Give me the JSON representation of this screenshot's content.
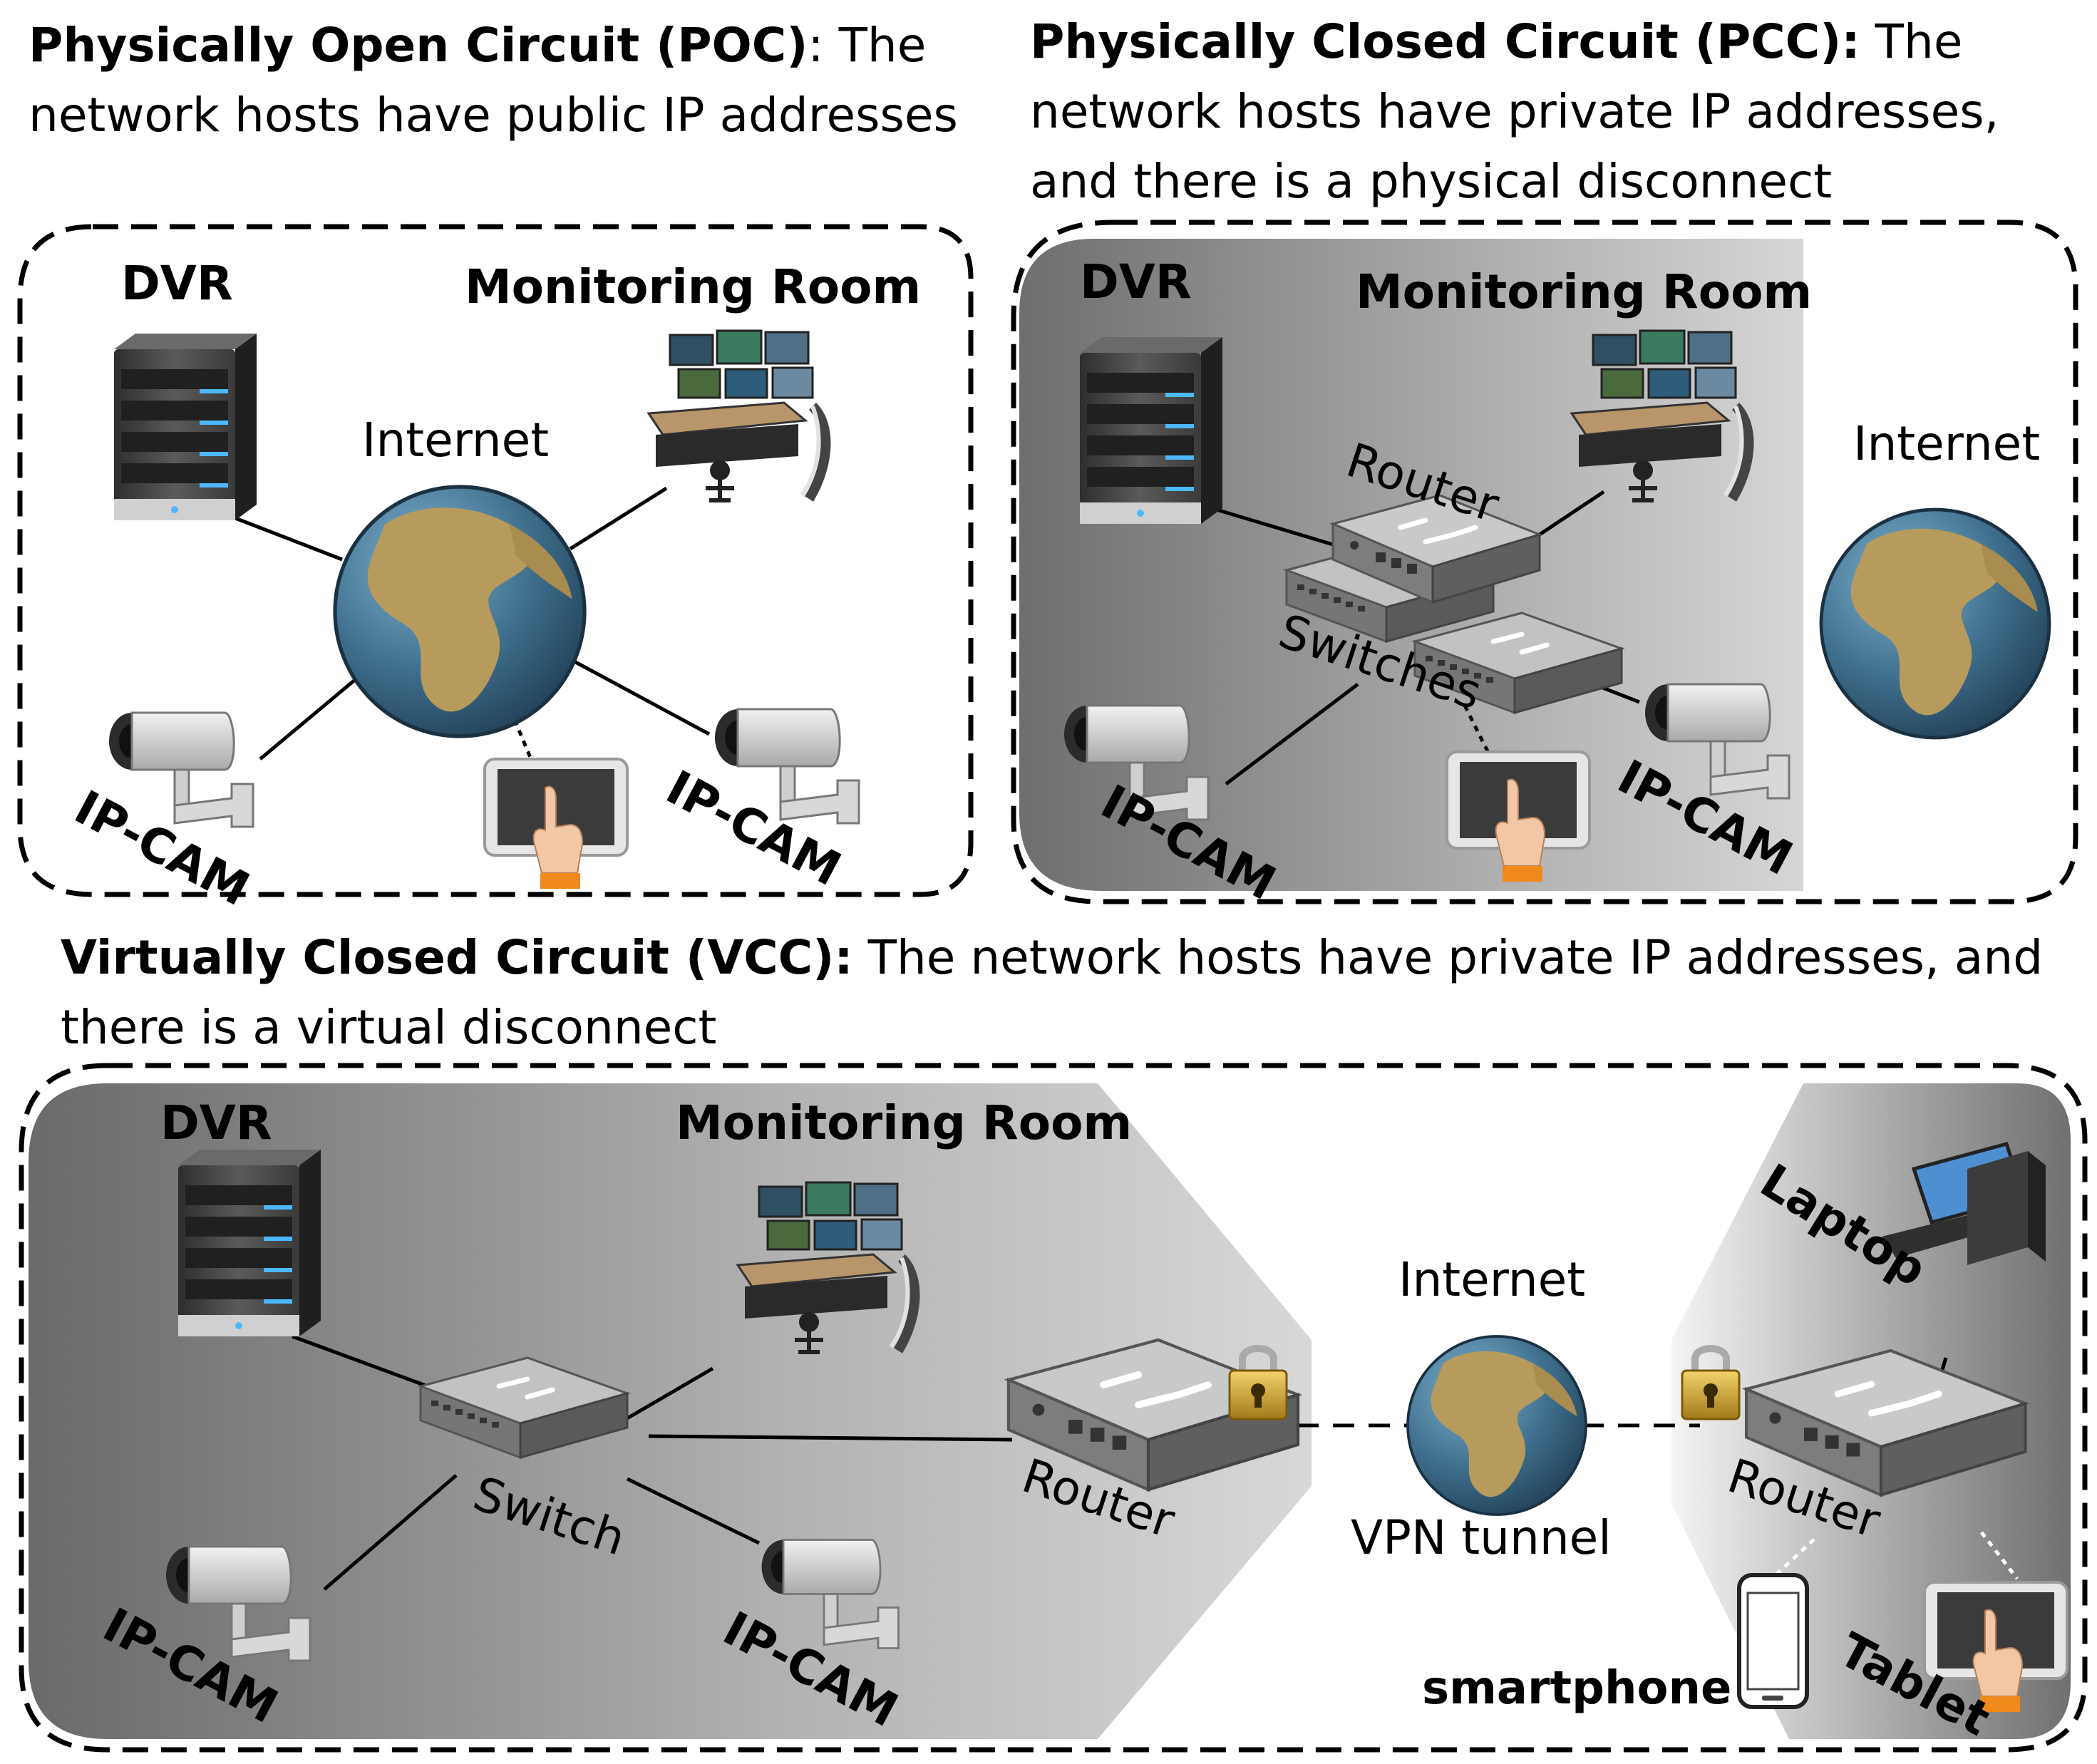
{
  "poc": {
    "heading_bold": "Physically Open Circuit (POC)",
    "heading_rest": ": The",
    "heading_line2": "network hosts have public IP addresses",
    "dvr": "DVR",
    "monitoring_room": "Monitoring Room",
    "internet": "Internet",
    "ipcam_left": "IP-CAM",
    "ipcam_right": "IP-CAM"
  },
  "pcc": {
    "heading_bold": "Physically Closed Circuit (PCC):",
    "heading_rest": " The",
    "heading_line2": "network hosts have private IP addresses,",
    "heading_line3": "and there is a physical disconnect",
    "dvr": "DVR",
    "monitoring_room": "Monitoring Room",
    "router": "Router",
    "switches": "Switches",
    "internet": "Internet",
    "ipcam_left": "IP-CAM",
    "ipcam_right": "IP-CAM"
  },
  "vcc": {
    "heading_bold": "Virtually Closed Circuit (VCC):",
    "heading_rest": " The network hosts have private IP addresses, and",
    "heading_line2": "there is a virtual disconnect",
    "dvr": "DVR",
    "monitoring_room": "Monitoring Room",
    "switch": "Switch",
    "router_left": "Router",
    "router_right": "Router",
    "internet": "Internet",
    "vpn": "VPN tunnel",
    "laptop": "Laptop",
    "smartphone": "smartphone",
    "tablet": "Tablet",
    "ipcam_left": "IP-CAM",
    "ipcam_right": "IP-CAM"
  }
}
